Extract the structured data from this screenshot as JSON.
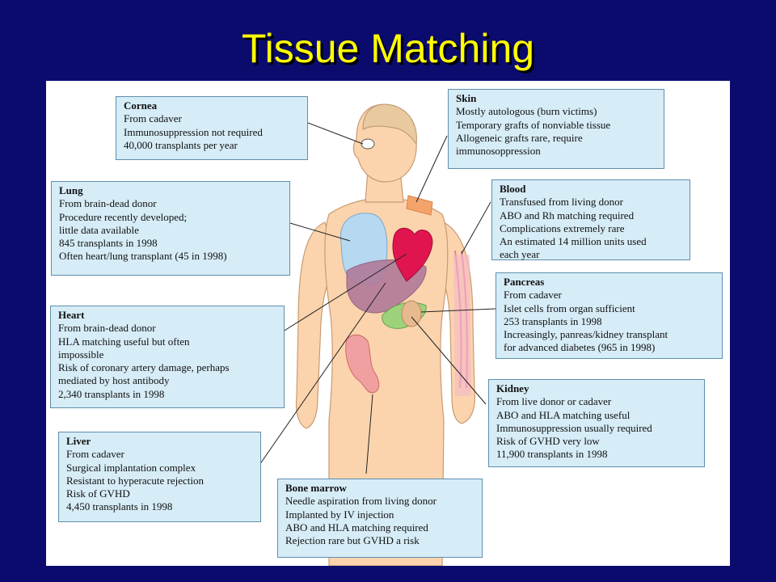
{
  "title": "Tissue Matching",
  "boxes": {
    "cornea": {
      "title": "Cornea",
      "lines": [
        "From cadaver",
        "Immunosuppression not required",
        "40,000 transplants per year"
      ]
    },
    "lung": {
      "title": "Lung",
      "lines": [
        "From brain-dead donor",
        "Procedure recently developed;",
        "little data available",
        "845 transplants in 1998",
        "Often heart/lung transplant (45 in 1998)"
      ]
    },
    "heart": {
      "title": "Heart",
      "lines": [
        "From brain-dead donor",
        "HLA matching useful but often",
        "impossible",
        "Risk of coronary artery damage, perhaps",
        "mediated by host antibody",
        "2,340 transplants in 1998"
      ]
    },
    "liver": {
      "title": "Liver",
      "lines": [
        "From cadaver",
        "Surgical implantation complex",
        "Resistant to hyperacute rejection",
        "Risk of GVHD",
        "4,450 transplants in 1998"
      ]
    },
    "skin": {
      "title": "Skin",
      "lines": [
        "Mostly autologous (burn victims)",
        "Temporary grafts of nonviable tissue",
        "Allogeneic grafts rare, require",
        "immunosoppression"
      ]
    },
    "blood": {
      "title": "Blood",
      "lines": [
        "Transfused from living donor",
        "ABO and Rh matching required",
        "Complications extremely rare",
        "An estimated 14 million units used",
        "each year"
      ]
    },
    "pancreas": {
      "title": "Pancreas",
      "lines": [
        "From cadaver",
        "Islet cells from organ sufficient",
        "253 transplants in 1998",
        "Increasingly, panreas/kidney transplant",
        "for advanced diabetes (965 in 1998)"
      ]
    },
    "kidney": {
      "title": "Kidney",
      "lines": [
        "From live donor or cadaver",
        "ABO and HLA matching useful",
        "Immunosuppression usually required",
        "Risk of GVHD very low",
        "11,900 transplants in 1998"
      ]
    },
    "bone_marrow": {
      "title": "Bone marrow",
      "lines": [
        "Needle aspiration from living donor",
        "Implanted by IV injection",
        "ABO and HLA matching required",
        "Rejection rare but GVHD a risk"
      ]
    }
  }
}
